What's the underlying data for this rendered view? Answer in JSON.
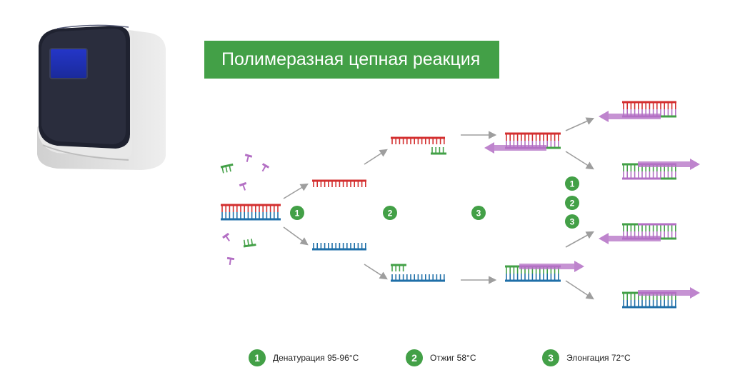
{
  "title": "Полимеразная цепная реакция",
  "step_badges": [
    "1",
    "2",
    "3"
  ],
  "legend": [
    {
      "num": "1",
      "label": "Денатурация  95-96°C"
    },
    {
      "num": "2",
      "label": "Отжиг 58°C"
    },
    {
      "num": "3",
      "label": "Элонгация 72°C"
    }
  ],
  "colors": {
    "green": "#43a047",
    "red": "#d32f2f",
    "blue": "#1f6fa8",
    "purple": "#b36fc4",
    "arrow": "#9e9e9e"
  },
  "icons": [
    "thermocycler-machine",
    "dna-strand",
    "primer-icon",
    "nucleotide-icon",
    "arrow-icon"
  ]
}
